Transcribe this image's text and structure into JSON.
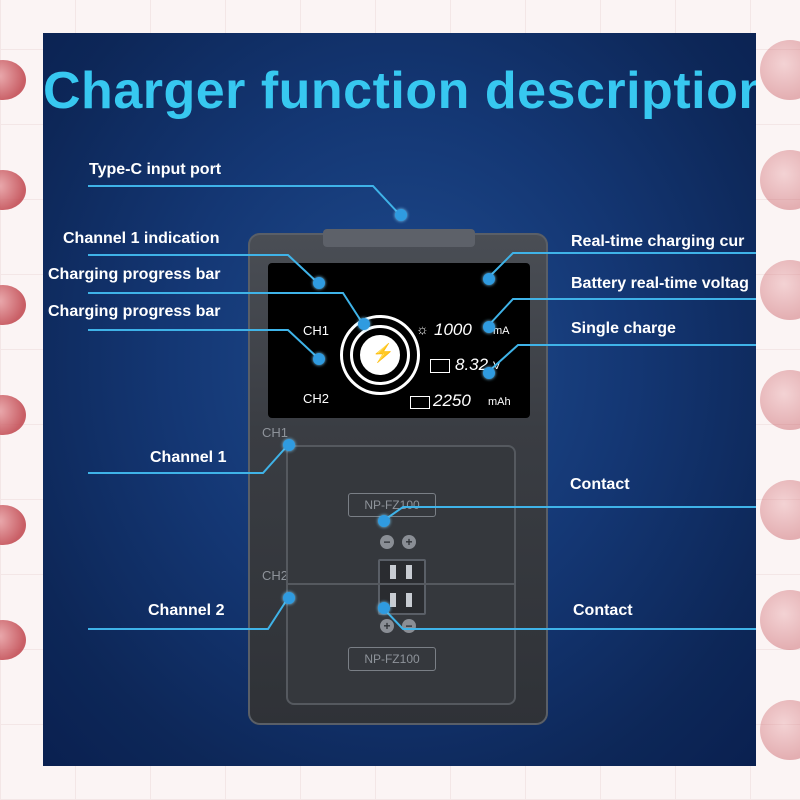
{
  "title": "Charger function description",
  "labels": {
    "type_c": "Type-C input port",
    "ch1_indication": "Channel 1 indication",
    "progress_bar_1": "Charging progress bar",
    "progress_bar_2": "Charging progress bar",
    "realtime_current": "Real-time charging cur",
    "realtime_voltage": "Battery real-time voltag",
    "single_charge": "Single charge",
    "channel_1": "Channel 1",
    "channel_2": "Channel 2",
    "contact_1": "Contact",
    "contact_2": "Contact"
  },
  "screen": {
    "ch1": "CH1",
    "ch2": "CH2",
    "current": "1000",
    "current_unit": "mA",
    "voltage": "8.32",
    "voltage_unit": "V",
    "capacity": "2250",
    "capacity_unit": "mAh"
  },
  "device": {
    "slot_ch1": "CH1",
    "slot_ch2": "CH2",
    "battery_model_1": "NP-FZ100",
    "battery_model_2": "NP-FZ100",
    "minus": "−",
    "plus": "+"
  },
  "colors": {
    "title": "#37c8f0",
    "leader": "#3fb3e8",
    "panel_bg": "#143774"
  }
}
